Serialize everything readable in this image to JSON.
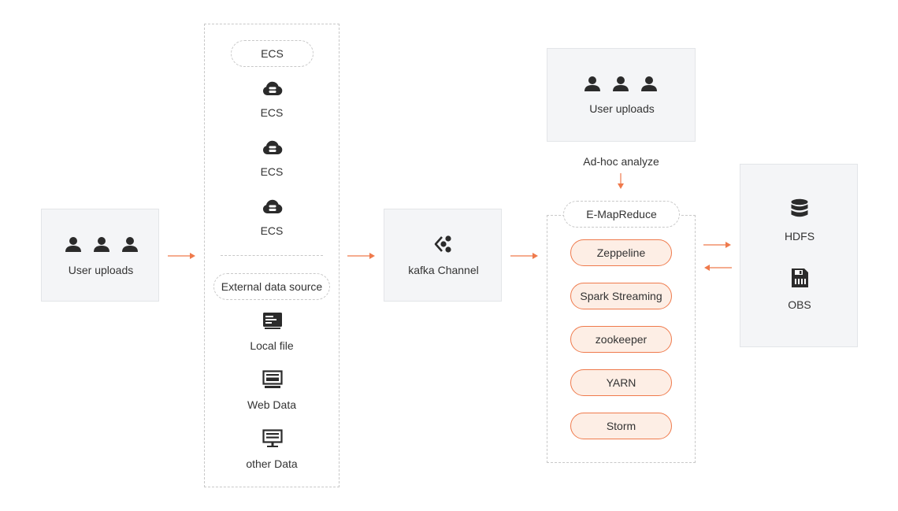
{
  "left_source": {
    "label": "User uploads",
    "icons": [
      "user-icon",
      "user-icon",
      "user-icon"
    ]
  },
  "collection": {
    "ecs_group_title": "ECS",
    "ecs_nodes": [
      {
        "label": "ECS",
        "icon": "cloud-server-icon"
      },
      {
        "label": "ECS",
        "icon": "cloud-server-icon"
      },
      {
        "label": "ECS",
        "icon": "cloud-server-icon"
      }
    ],
    "external_group_title": "External data source",
    "external_nodes": [
      {
        "label": "Local file",
        "icon": "file-icon"
      },
      {
        "label": "Web Data",
        "icon": "web-data-icon"
      },
      {
        "label": "other Data",
        "icon": "monitor-icon"
      }
    ]
  },
  "channel": {
    "label": "kafka Channel",
    "icon": "kafka-icon"
  },
  "top_source": {
    "label": "User uploads",
    "icons": [
      "user-icon",
      "user-icon",
      "user-icon"
    ]
  },
  "adhoc": {
    "label": "Ad-hoc analyze"
  },
  "emr": {
    "title": "E-MapReduce",
    "components": [
      "Zeppeline",
      "Spark Streaming",
      "zookeeper",
      "YARN",
      "Storm"
    ]
  },
  "storage": {
    "items": [
      {
        "label": "HDFS",
        "icon": "database-icon"
      },
      {
        "label": "OBS",
        "icon": "storage-card-icon"
      }
    ]
  },
  "colors": {
    "accent": "#ef7a4c",
    "pill_fill": "#fdeee5",
    "panel": "#f4f5f7",
    "icon": "#2b2b2b"
  }
}
